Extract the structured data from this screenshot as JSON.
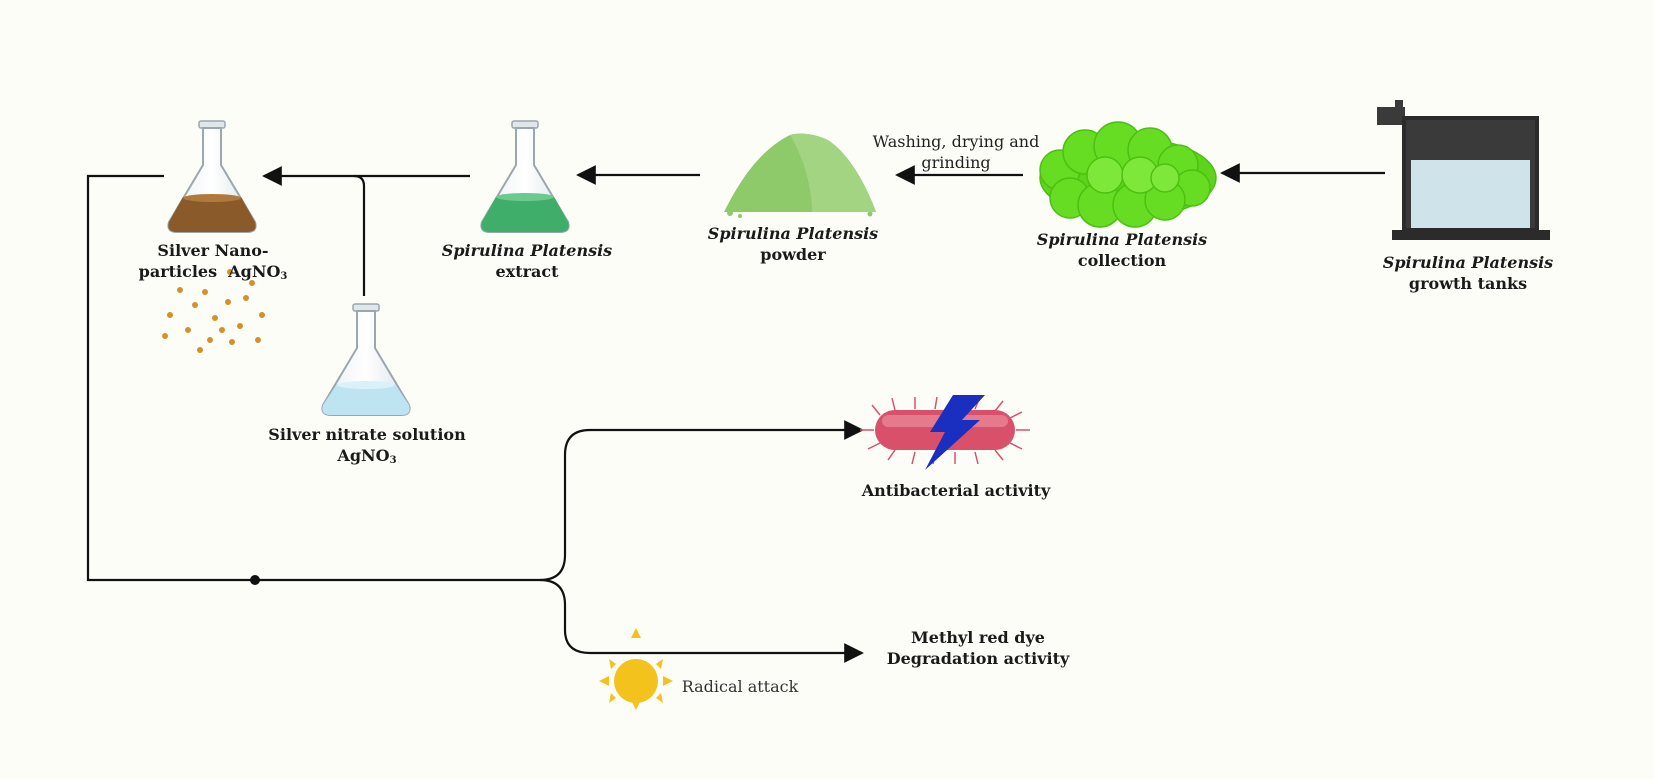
{
  "labels": {
    "growth_tanks_italic": "Spirulina Platensis",
    "growth_tanks_suffix": "growth tanks",
    "collection_italic": "Spirulina Platensis",
    "collection_suffix": "collection",
    "washing_line1": "Washing, drying and",
    "washing_line2": "grinding",
    "powder_italic": "Spirulina Platensis",
    "powder_suffix": "powder",
    "extract_italic": "Spirulina Platensis",
    "extract_suffix": "extract",
    "nano_line1": "Silver Nano-",
    "nano_line2_prefix": "particles  AgNO",
    "nano_sub": "3",
    "nitrate_line1": "Silver nitrate solution",
    "nitrate_line2_prefix": "AgNO",
    "nitrate_sub": "3",
    "antibacterial": "Antibacterial activity",
    "dye_line1": "Methyl red dye",
    "dye_line2": "Degradation activity",
    "radical": "Radical attack"
  },
  "icons": {
    "growth_tank": "tank-icon",
    "algae_collection": "algae-clump-icon",
    "powder": "powder-pile-icon",
    "extract_flask": "green-flask-icon",
    "nanoparticle_flask": "brown-flask-icon",
    "nitrate_flask": "blue-flask-icon",
    "bacteria": "bacteria-lightning-icon",
    "sun": "sun-icon"
  },
  "colors": {
    "arrow": "#111111",
    "tank_liquid": "#cfe4ea",
    "tank_cap": "#3a3a3a",
    "algae": "#66dd22",
    "powder": "#8ec96a",
    "extract_liquid": "#3fae6a",
    "nano_liquid": "#8a5a2a",
    "nitrate_liquid": "#bfe4f1",
    "particles": "#d4902a",
    "bacteria": "#d9506a",
    "lightning": "#1a2fbf",
    "sun": "#f4c21d"
  }
}
